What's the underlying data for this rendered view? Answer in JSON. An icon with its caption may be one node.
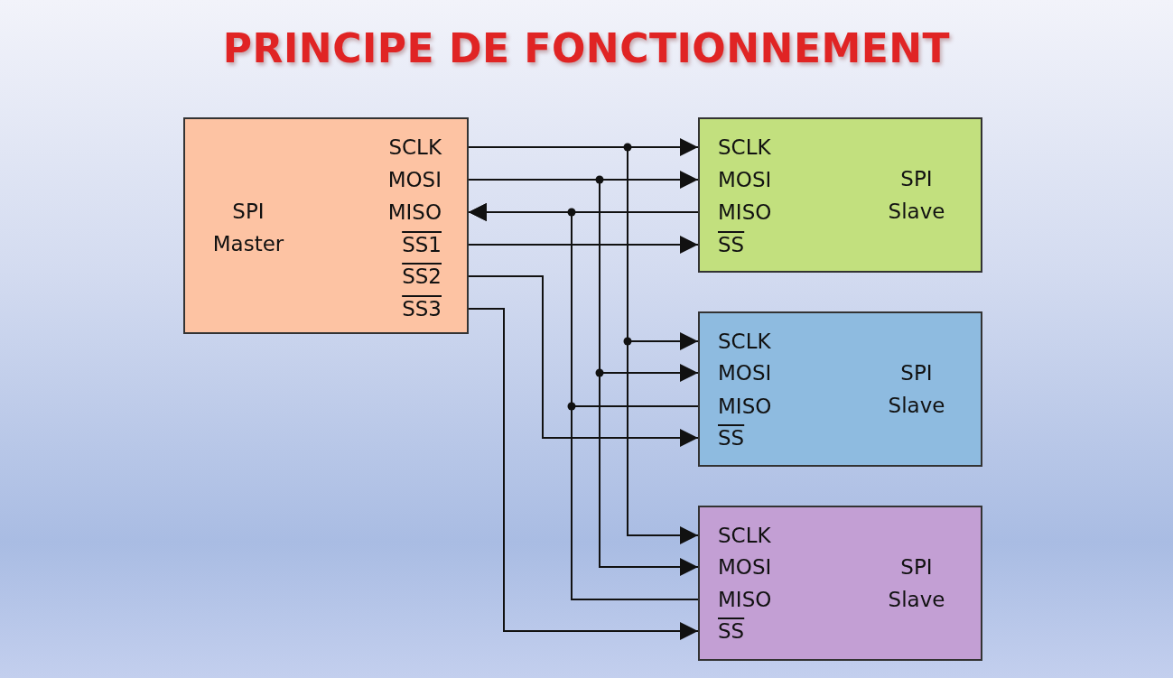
{
  "diagram": {
    "title": "PRINCIPE DE FONCTIONNEMENT",
    "nodes": [
      {
        "text": [
          "SPI Master"
        ]
      },
      {
        "text": [
          "SCLK"
        ],
        "in": 0
      },
      {
        "text": [
          "MOSI"
        ],
        "in": 0
      },
      {
        "text": [
          "MISO"
        ],
        "in": 0
      },
      {
        "text": [
          "SS1"
        ],
        "in": 0
      },
      {
        "text": [
          "SS2"
        ],
        "in": 0
      },
      {
        "text": [
          "SS3"
        ],
        "in": 0
      },
      {
        "text": [
          "SPI Slave"
        ]
      },
      {
        "text": [
          "SCLK"
        ],
        "in": 7
      },
      {
        "text": [
          "MOSI"
        ],
        "in": 7
      },
      {
        "text": [
          "MISO"
        ],
        "in": 7
      },
      {
        "text": [
          "SS"
        ],
        "in": 7
      },
      {
        "text": [
          "SPI Slave"
        ]
      },
      {
        "text": [
          "SCLK"
        ],
        "in": 12
      },
      {
        "text": [
          "MOSI"
        ],
        "in": 12
      },
      {
        "text": [
          "MISO"
        ],
        "in": 12
      },
      {
        "text": [
          "SS"
        ],
        "in": 12
      },
      {
        "text": [
          "SPI Slave"
        ]
      },
      {
        "text": [
          "SCLK"
        ],
        "in": 17
      },
      {
        "text": [
          "MOSI"
        ],
        "in": 17
      },
      {
        "text": [
          "MISO"
        ],
        "in": 17
      },
      {
        "text": [
          "SS"
        ],
        "in": 17
      }
    ],
    "edges": [
      {
        "from": 1,
        "to": 8,
        "arrow": "to"
      },
      {
        "from": 1,
        "to": 13,
        "arrow": "to"
      },
      {
        "from": 1,
        "to": 18,
        "arrow": "to"
      },
      {
        "from": 2,
        "to": 9,
        "arrow": "to"
      },
      {
        "from": 2,
        "to": 14,
        "arrow": "to"
      },
      {
        "from": 2,
        "to": 19,
        "arrow": "to"
      },
      {
        "from": 10,
        "to": 3,
        "arrow": "to"
      },
      {
        "from": 15,
        "to": 3,
        "arrow": "to"
      },
      {
        "from": 20,
        "to": 3,
        "arrow": "to"
      },
      {
        "from": 4,
        "to": 11,
        "arrow": "to"
      },
      {
        "from": 5,
        "to": 16,
        "arrow": "to"
      },
      {
        "from": 6,
        "to": 21,
        "arrow": "to"
      }
    ]
  }
}
